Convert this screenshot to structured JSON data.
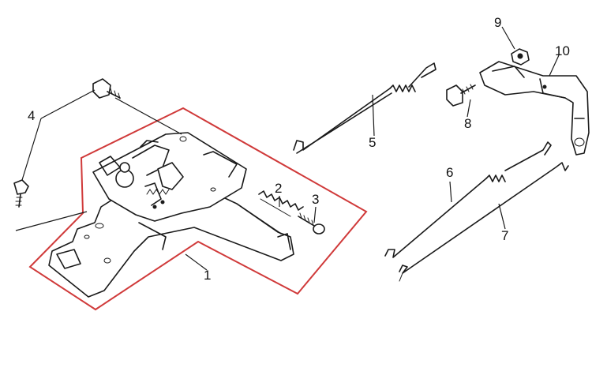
{
  "diagram": {
    "highlight_color": "#d03a3a",
    "line_color": "#1a1a1a",
    "callouts": [
      {
        "id": "1",
        "text": "1"
      },
      {
        "id": "2",
        "text": "2"
      },
      {
        "id": "3",
        "text": "3"
      },
      {
        "id": "4",
        "text": "4"
      },
      {
        "id": "5",
        "text": "5"
      },
      {
        "id": "6",
        "text": "6"
      },
      {
        "id": "7",
        "text": "7"
      },
      {
        "id": "8",
        "text": "8"
      },
      {
        "id": "9",
        "text": "9"
      },
      {
        "id": "10",
        "text": "10"
      }
    ]
  }
}
